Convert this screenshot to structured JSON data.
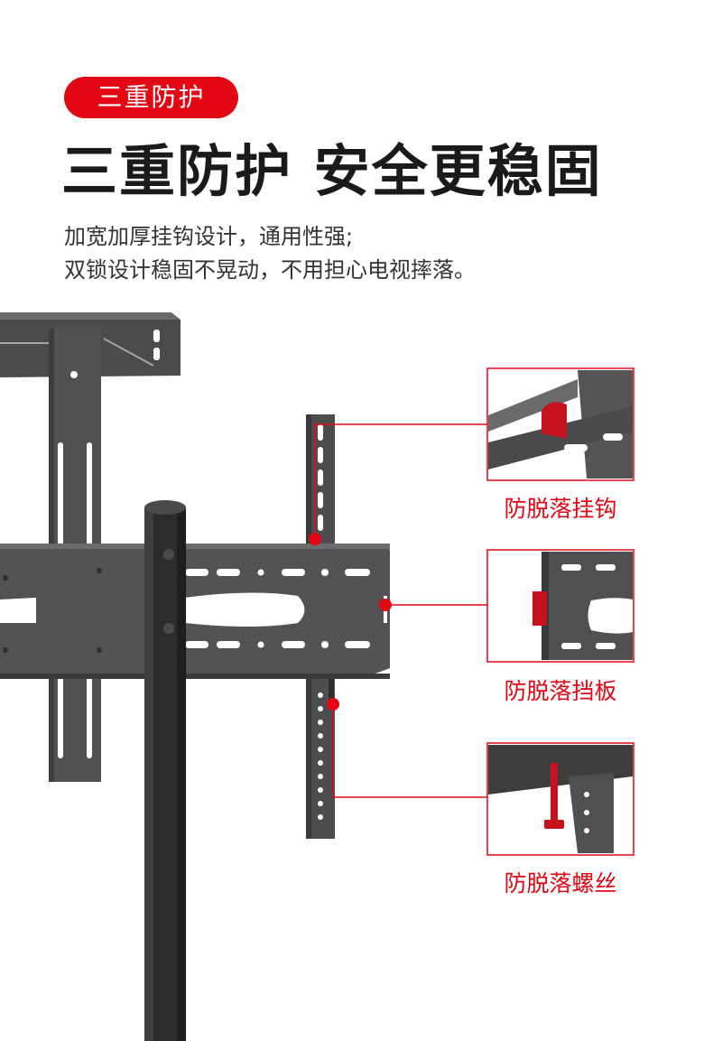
{
  "badge": {
    "label": "三重防护"
  },
  "headline": {
    "text": "三重防护 安全更稳固"
  },
  "description": {
    "line1": "加宽加厚挂钩设计，通用性强;",
    "line2": "双锁设计稳固不晃动，不用担心电视摔落。"
  },
  "details": [
    {
      "caption": "防脱落挂钩",
      "icon": "hook-detail-photo"
    },
    {
      "caption": "防脱落挡板",
      "icon": "baffle-detail-photo"
    },
    {
      "caption": "防脱落螺丝",
      "icon": "screw-detail-photo"
    }
  ],
  "colors": {
    "accent": "#e30613",
    "metal": "#4a4a4c",
    "pole": "#2b2b2d",
    "text": "#1a1a1a"
  }
}
